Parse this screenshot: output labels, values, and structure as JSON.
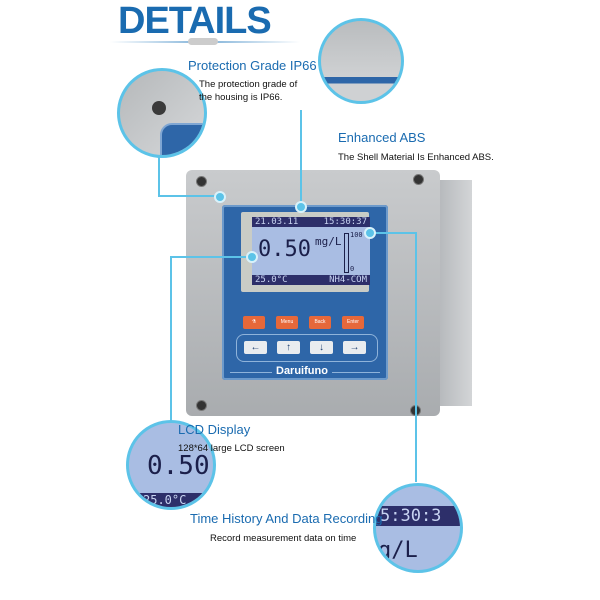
{
  "header": {
    "title": "DETAILS"
  },
  "features": [
    {
      "title": "Protection Grade IP66",
      "desc_1": "The protection grade of",
      "desc_2": "the housing is IP66."
    },
    {
      "title": "Enhanced ABS",
      "desc": "The Shell Material Is Enhanced ABS."
    },
    {
      "title": "LCD Display",
      "desc": "128*64 large LCD screen"
    },
    {
      "title": "Time History And Data Recording",
      "desc": "Record measurement data on time"
    }
  ],
  "device": {
    "brand": "Daruifuno",
    "date": "21.03.11",
    "time": "15:30:37",
    "value": "0.50",
    "unit": "mg/L",
    "scale_max": "100",
    "scale_min": "0",
    "temperature": "25.0°C",
    "mode": "NH4-COM",
    "keys": [
      "⚗",
      "Menu",
      "Back",
      "Enter"
    ],
    "arrows": [
      "←",
      "↑",
      "↓",
      "→"
    ]
  },
  "zoom": {
    "lcd_value": "0.50",
    "lcd_temp": "25.0°C",
    "lcd_time": "5:30:3",
    "lcd_unit": "g/L"
  },
  "colors": {
    "accent": "#1a6bb0",
    "callout": "#5cc3e8",
    "panel": "#2e66a8",
    "keys": "#e6683a"
  }
}
